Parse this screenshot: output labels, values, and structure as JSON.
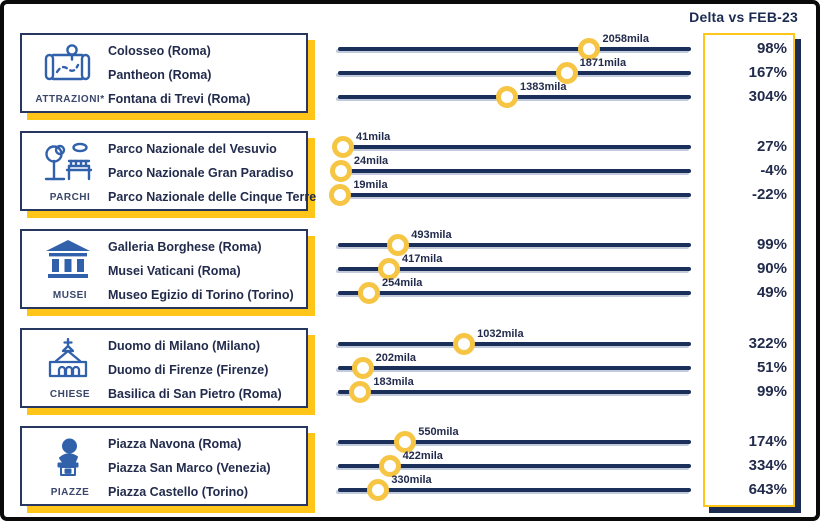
{
  "colors": {
    "navy_line": "#1B2F5B",
    "navy_text": "#222B4C",
    "yellow_accent": "#FFC619",
    "marker_yellow": "#F6C544",
    "icon_blue": "#3161AB",
    "box_border": "#27375F",
    "frame": "#0A0A0A"
  },
  "chart_data": {
    "type": "bar",
    "variant": "horizontal-lollipop",
    "unit_suffix": "mila",
    "delta_column_label": "Delta vs FEB-23",
    "xlim": [
      0,
      2300
    ],
    "legend_position": "none",
    "grid": false,
    "groups": [
      {
        "category": "ATTRAZIONI*",
        "icon": "map-pin-icon",
        "items": [
          {
            "label": "Colosseo (Roma)",
            "value_mila": 2058,
            "value_label": "2058mila",
            "delta_label": "98%"
          },
          {
            "label": "Pantheon (Roma)",
            "value_mila": 1871,
            "value_label": "1871mila",
            "delta_label": "167%"
          },
          {
            "label": "Fontana di Trevi (Roma)",
            "value_mila": 1383,
            "value_label": "1383mila",
            "delta_label": "304%"
          }
        ]
      },
      {
        "category": "PARCHI",
        "icon": "park-tree-icon",
        "items": [
          {
            "label": "Parco Nazionale del Vesuvio",
            "value_mila": 41,
            "value_label": "41mila",
            "delta_label": "27%"
          },
          {
            "label": "Parco Nazionale Gran Paradiso",
            "value_mila": 24,
            "value_label": "24mila",
            "delta_label": "-4%"
          },
          {
            "label": "Parco Nazionale delle Cinque Terre",
            "value_mila": 19,
            "value_label": "19mila",
            "delta_label": "-22%"
          }
        ]
      },
      {
        "category": "MUSEI",
        "icon": "museum-icon",
        "items": [
          {
            "label": "Galleria Borghese (Roma)",
            "value_mila": 493,
            "value_label": "493mila",
            "delta_label": "99%"
          },
          {
            "label": "Musei Vaticani (Roma)",
            "value_mila": 417,
            "value_label": "417mila",
            "delta_label": "90%"
          },
          {
            "label": "Museo Egizio di Torino (Torino)",
            "value_mila": 254,
            "value_label": "254mila",
            "delta_label": "49%"
          }
        ]
      },
      {
        "category": "CHIESE",
        "icon": "church-icon",
        "items": [
          {
            "label": "Duomo di Milano (Milano)",
            "value_mila": 1032,
            "value_label": "1032mila",
            "delta_label": "322%"
          },
          {
            "label": "Duomo di Firenze (Firenze)",
            "value_mila": 202,
            "value_label": "202mila",
            "delta_label": "51%"
          },
          {
            "label": "Basilica di San Pietro (Roma)",
            "value_mila": 183,
            "value_label": "183mila",
            "delta_label": "99%"
          }
        ]
      },
      {
        "category": "PIAZZE",
        "icon": "statue-icon",
        "items": [
          {
            "label": "Piazza Navona (Roma)",
            "value_mila": 550,
            "value_label": "550mila",
            "delta_label": "174%"
          },
          {
            "label": "Piazza San Marco (Venezia)",
            "value_mila": 422,
            "value_label": "422mila",
            "delta_label": "334%"
          },
          {
            "label": "Piazza Castello (Torino)",
            "value_mila": 330,
            "value_label": "330mila",
            "delta_label": "643%"
          }
        ]
      }
    ]
  }
}
